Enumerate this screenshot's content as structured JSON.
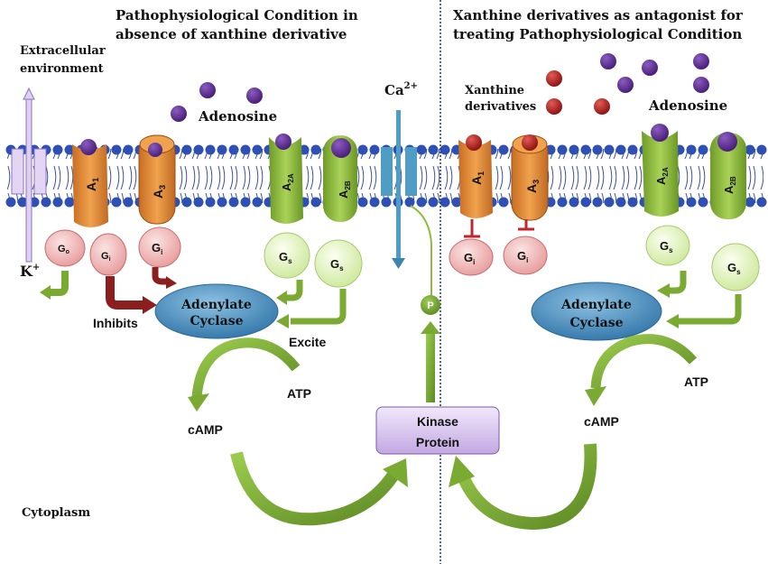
{
  "left_panel": {
    "title_line1": "Pathophysiological Condition in",
    "title_line2": "absence of xanthine derivative",
    "extracellular_line1": "Extracellular",
    "extracellular_line2": "environment",
    "adenosine_label": "Adenosine",
    "potassium_label": "K",
    "potassium_charge": "+",
    "receptors": [
      {
        "name": "A",
        "sub": "1"
      },
      {
        "name": "A",
        "sub": "3"
      },
      {
        "name": "A",
        "sub": "2A"
      },
      {
        "name": "A",
        "sub": "2B"
      }
    ],
    "g_proteins": [
      {
        "name": "G",
        "sub": "o"
      },
      {
        "name": "G",
        "sub": "i"
      },
      {
        "name": "G",
        "sub": "i"
      },
      {
        "name": "G",
        "sub": "s"
      },
      {
        "name": "G",
        "sub": "s"
      }
    ],
    "enzyme_line1": "Adenylate",
    "enzyme_line2": "Cyclase",
    "inhibits_label": "Inhibits",
    "excite_label": "Excite",
    "atp_label": "ATP",
    "camp_label": "cAMP",
    "cytoplasm_label": "Cytoplasm"
  },
  "center": {
    "calcium_label": "Ca",
    "calcium_charge": "2+",
    "phosphate_label": "P",
    "kinase_line1": "Kinase",
    "kinase_line2": "Protein"
  },
  "right_panel": {
    "title_line1": "Xanthine derivatives as antagonist for",
    "title_line2": "treating Pathophysiological Condition",
    "xanthine_line1": "Xanthine",
    "xanthine_line2": "derivatives",
    "adenosine_label": "Adenosine",
    "receptors": [
      {
        "name": "A",
        "sub": "1"
      },
      {
        "name": "A",
        "sub": "3"
      },
      {
        "name": "A",
        "sub": "2A"
      },
      {
        "name": "A",
        "sub": "2B"
      }
    ],
    "g_proteins": [
      {
        "name": "G",
        "sub": "i"
      },
      {
        "name": "G",
        "sub": "i"
      },
      {
        "name": "G",
        "sub": "s"
      },
      {
        "name": "G",
        "sub": "s"
      }
    ],
    "enzyme_line1": "Adenylate",
    "enzyme_line2": "Cyclase",
    "atp_label": "ATP",
    "camp_label": "cAMP"
  },
  "colors": {
    "adenosine": "#5b2a8c",
    "xanthine": "#b3201d",
    "a1_a3_receptor": "#e08a3a",
    "a2_receptor": "#8dbb3c",
    "gi_protein": "#f1b8b8",
    "gs_protein": "#e6f5c4",
    "adenylate_cyclase": "#4a8ab8",
    "membrane_head": "#2e4fb3",
    "inhibit_arrow": "#8b1f1f",
    "excite_arrow": "#7aaa32",
    "kinase_box": "#d9c7ee",
    "ion_channel_k": "#c9b8e8",
    "ion_channel_ca": "#4f9cc4",
    "divider": "#1c2e7a"
  }
}
